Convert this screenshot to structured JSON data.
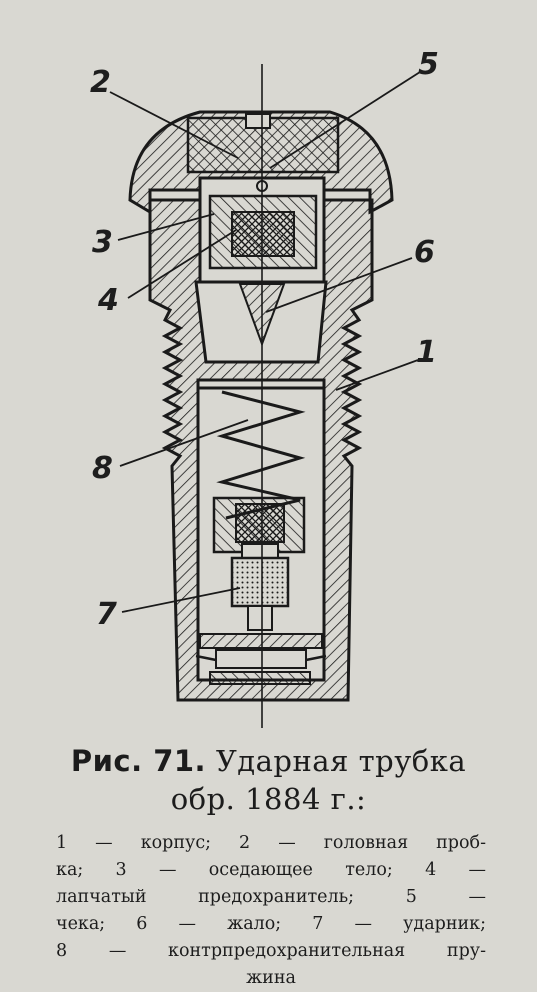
{
  "figure": {
    "callouts": [
      "2",
      "5",
      "3",
      "6",
      "4",
      "1",
      "8",
      "7"
    ]
  },
  "caption": {
    "number": "Рис. 71.",
    "title_line1": "Ударная трубка",
    "title_line2": "обр. 1884 г.:"
  },
  "legend": {
    "line1": "1 — корпус; 2 — головная проб-",
    "line2": "ка; 3 — оседающее тело; 4 —",
    "line3": "лапчатый предохранитель; 5 —",
    "line4": "чека; 6 — жало; 7 — ударник;",
    "line5": "8 — контрпредохранительная пру-",
    "line6": "жина"
  },
  "colors": {
    "paper": "#d9d8d2",
    "ink": "#1a1a1a"
  }
}
